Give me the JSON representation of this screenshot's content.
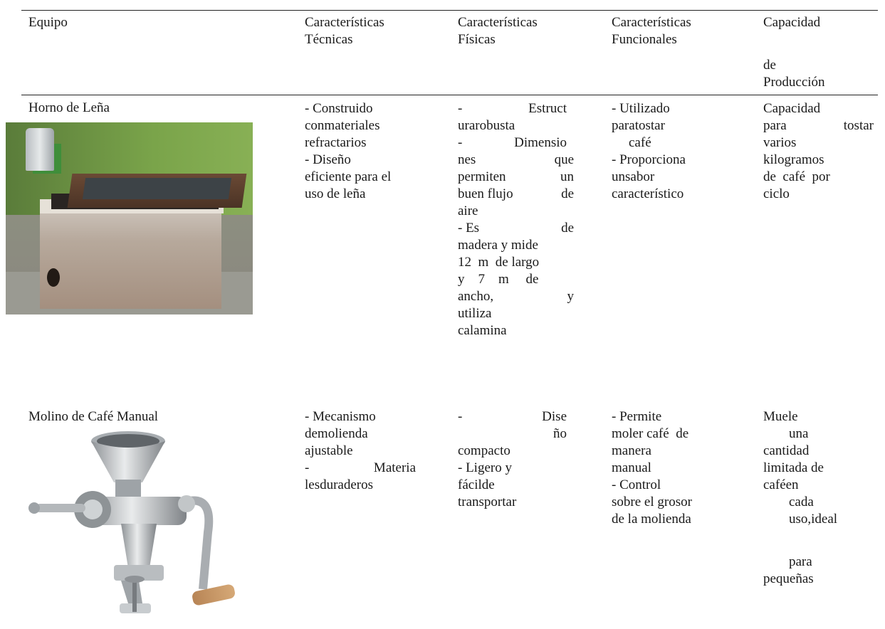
{
  "header": {
    "col1": [
      "Equipo"
    ],
    "col2": [
      "Características",
      "Técnicas"
    ],
    "col3": [
      "Características",
      "Físicas"
    ],
    "col4": [
      "Características",
      "Funcionales"
    ],
    "col5": [
      "Capacidad",
      "",
      "de",
      "Producción"
    ]
  },
  "rows": [
    {
      "equipo": "Horno de Leña",
      "image": "wood-oven-photo",
      "tecnicas": [
        "- Construido",
        "conmateriales",
        "refractarios",
        "- Diseño",
        "eficiente para el",
        "uso de leña"
      ],
      "fisicas": [
        "-",
        "Estruct",
        "urarobusta",
        "-",
        "Dimensio",
        "nes",
        "que",
        "permiten",
        "un",
        "buen flujo",
        "de",
        "aire",
        "- Es",
        "de",
        "madera y mide",
        "12  m  de largo",
        "y    7    m     de",
        "ancho,",
        "y",
        "utiliza",
        "calamina"
      ],
      "funcionales": [
        "- Utilizado",
        "paratostar",
        "café",
        "- Proporciona",
        "unsabor",
        "característico"
      ],
      "capacidad": [
        "Capacidad",
        "para",
        "tostar",
        "varios",
        "kilogramos",
        "de  café  por",
        "ciclo"
      ]
    },
    {
      "equipo": "Molino de Café Manual",
      "image": "manual-coffee-grinder-photo",
      "tecnicas": [
        "- Mecanismo",
        "demolienda",
        "ajustable",
        "-",
        "Materia",
        "lesduraderos"
      ],
      "fisicas": [
        "-",
        "Dise",
        "ño",
        "compacto",
        "- Ligero y",
        "fácilde",
        "transportar"
      ],
      "funcionales": [
        "- Permite",
        "moler café  de",
        "manera",
        "manual",
        "- Control",
        "sobre el grosor",
        "de la molienda"
      ],
      "capacidad": [
        "Muele",
        "una",
        "cantidad",
        "limitada de",
        "caféen",
        "cada",
        "uso,ideal",
        "",
        "para",
        "pequeñas"
      ]
    }
  ]
}
